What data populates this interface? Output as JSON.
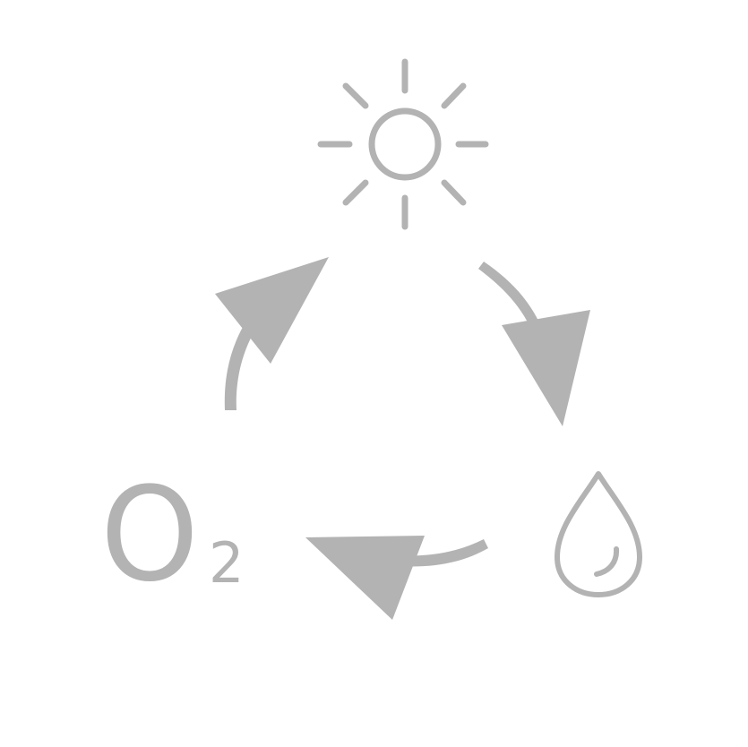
{
  "diagram": {
    "colors": {
      "icon": "#b3b3b3",
      "background": "#ffffff"
    },
    "nodes": [
      {
        "id": "sun",
        "icon": "sun-icon"
      },
      {
        "id": "water",
        "icon": "water-drop-icon"
      },
      {
        "id": "oxygen",
        "icon": "oxygen-label",
        "symbol": "O",
        "subscript": "2"
      }
    ],
    "arrows": [
      {
        "from": "sun",
        "to": "water"
      },
      {
        "from": "water",
        "to": "oxygen"
      },
      {
        "from": "oxygen",
        "to": "sun"
      }
    ]
  }
}
